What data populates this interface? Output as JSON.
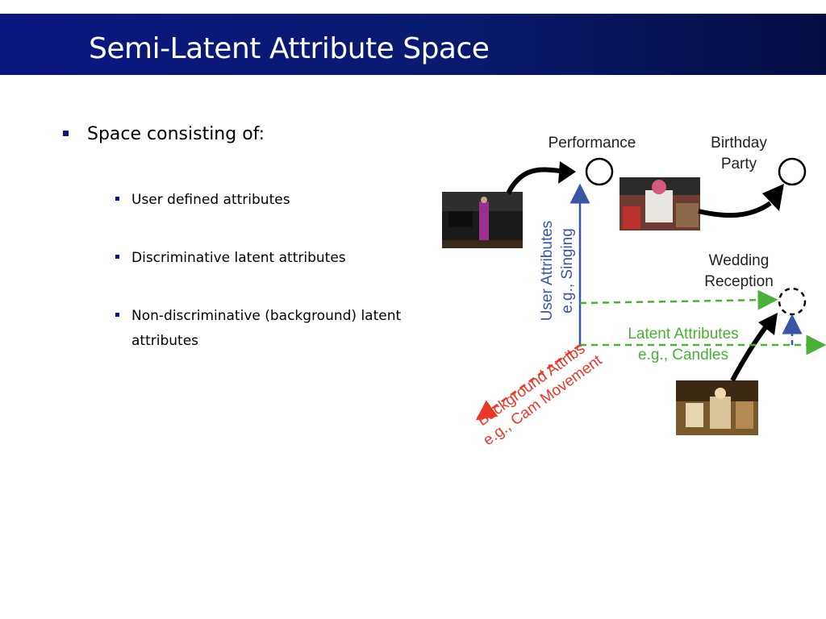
{
  "slide": {
    "title": "Semi-Latent Attribute Space",
    "bullets": [
      {
        "text": "Space consisting of:",
        "children": [
          {
            "text": "User defined attributes"
          },
          {
            "text": "Discriminative latent attributes"
          },
          {
            "text": "Non-discriminative (background) latent attributes"
          }
        ]
      }
    ]
  },
  "diagram": {
    "nodes": {
      "performance": "Performance",
      "birthday": [
        "Birthday",
        "Party"
      ],
      "wedding": [
        "Wedding",
        "Reception"
      ]
    },
    "axes": {
      "user": {
        "label": "User Attributes",
        "example": "e.g., Singing",
        "color": "#3a55a4"
      },
      "latent": {
        "label": "Latent Attributes",
        "example": "e.g., Candles",
        "color": "#4caf3a"
      },
      "background": {
        "label": "Background Attribs",
        "example": "e.g., Cam Movement",
        "color": "#e8382a"
      }
    }
  }
}
